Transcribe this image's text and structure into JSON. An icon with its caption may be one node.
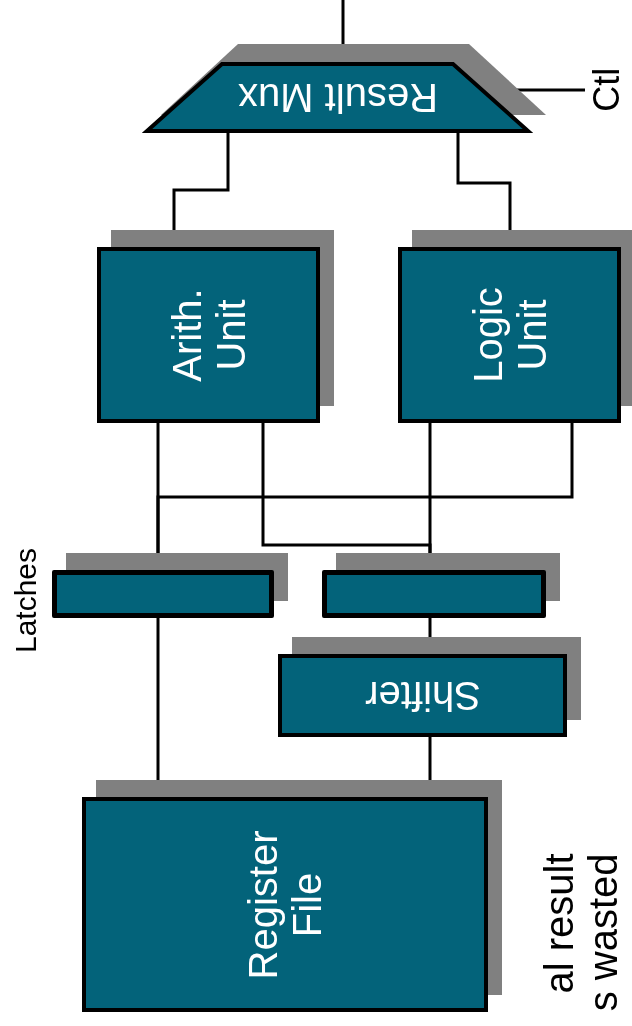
{
  "diagram": {
    "nodes": [
      {
        "text": [
          "Register File"
        ]
      },
      {
        "text": [
          "Shifter"
        ]
      },
      {
        "text": [],
        "shape": "bar",
        "beside": [
          "Latches"
        ]
      },
      {
        "text": [],
        "shape": "bar"
      },
      {
        "text": [
          "Arith. Unit"
        ]
      },
      {
        "text": [
          "Logic Unit"
        ]
      },
      {
        "text": [
          "Result Mux"
        ]
      },
      {
        "text": [
          "Ctl"
        ]
      }
    ],
    "edges": [
      {
        "from": 0,
        "to": 2,
        "arrow": "none"
      },
      {
        "from": 2,
        "to": 4,
        "arrow": "none"
      },
      {
        "from": 2,
        "to": 5,
        "arrow": "none"
      },
      {
        "from": 0,
        "to": 1,
        "arrow": "none"
      },
      {
        "from": 1,
        "to": 3,
        "arrow": "none"
      },
      {
        "from": 3,
        "to": 4,
        "arrow": "none"
      },
      {
        "from": 3,
        "to": 5,
        "arrow": "none"
      },
      {
        "from": 4,
        "to": 6,
        "arrow": "none"
      },
      {
        "from": 5,
        "to": 6,
        "arrow": "none"
      },
      {
        "from": 6,
        "to": null,
        "arrow": "none"
      },
      {
        "from": 7,
        "to": 6,
        "arrow": "none"
      }
    ],
    "labels": [
      "al result s wasted"
    ]
  }
}
